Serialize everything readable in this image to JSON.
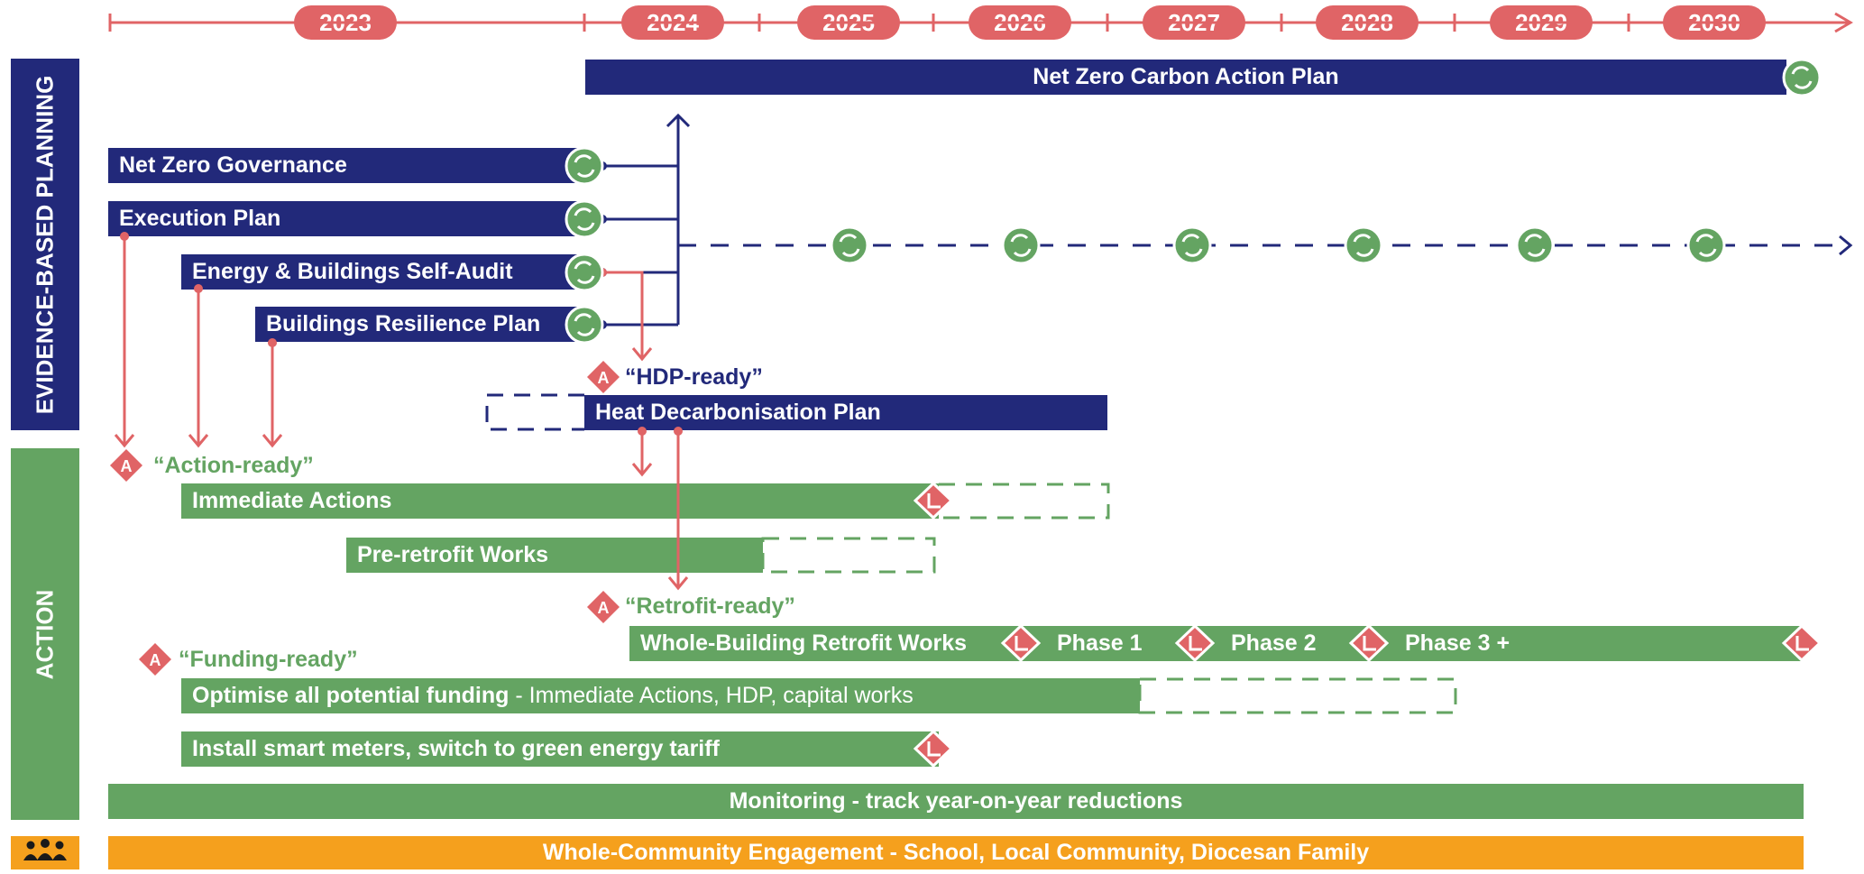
{
  "timeline": {
    "years": [
      "2023",
      "2024",
      "2025",
      "2026",
      "2027",
      "2028",
      "2029",
      "2030"
    ]
  },
  "sections": {
    "planning": "EVIDENCE-BASED PLANNING",
    "action": "ACTION"
  },
  "planning_bars": {
    "net_zero_plan": "Net Zero Carbon Action Plan",
    "governance": "Net Zero Governance",
    "execution": "Execution Plan",
    "self_audit": "Energy & Buildings Self-Audit",
    "resilience": "Buildings Resilience Plan",
    "hdp": "Heat Decarbonisation Plan"
  },
  "milestones": {
    "hdp_ready": "“HDP-ready”",
    "action_ready": "“Action-ready”",
    "retrofit_ready": "“Retrofit-ready”",
    "funding_ready": "“Funding-ready”",
    "badge_letter": "A"
  },
  "action_bars": {
    "immediate": "Immediate Actions",
    "pre_retrofit": "Pre-retrofit Works",
    "whole_building": "Whole-Building Retrofit Works",
    "phase1": "Phase 1",
    "phase2": "Phase 2",
    "phase3": "Phase 3 +",
    "funding_bold": "Optimise all potential funding",
    "funding_rest": " - Immediate Actions, HDP, capital works",
    "smart_meters": "Install smart meters, switch to green energy tariff",
    "monitoring": "Monitoring - track year-on-year reductions"
  },
  "engagement": {
    "label": "Whole-Community Engagement - School, Local Community, Diocesan Family",
    "icon": "people-group-icon"
  },
  "colors": {
    "navy": "#22297a",
    "green": "#64a462",
    "red": "#e06466",
    "orange": "#f5a01d"
  }
}
